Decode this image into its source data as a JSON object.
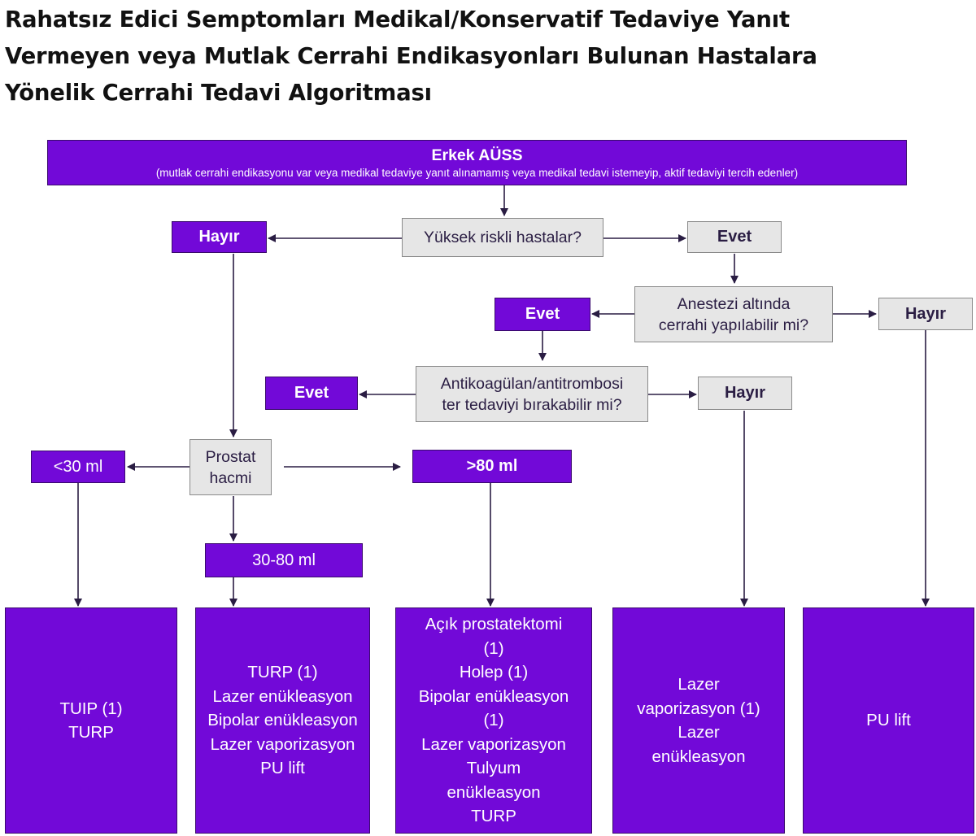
{
  "title_lines": [
    "Rahatsız Edici Semptomları Medikal/Konservatif Tedaviye Yanıt",
    "Vermeyen veya Mutlak Cerrahi Endikasyonları Bulunan Hastalara",
    "Yönelik Cerrahi Tedavi Algoritması"
  ],
  "colors": {
    "primary": "#7209d8",
    "question_bg": "#e6e6e6",
    "arrow": "#2a1d43"
  },
  "nodes": {
    "root": {
      "title": "Erkek AÜSS",
      "subtitle": "(mutlak cerrahi endikasyonu var veya medikal tedaviye yanıt alınamamış veya medikal tedavi istemeyip, aktif tedaviyi tercih edenler)"
    },
    "q_high_risk": "Yüksek riskli hastalar?",
    "no_high_risk": "Hayır",
    "yes_high_risk": "Evet",
    "q_anesthesia": [
      "Anestezi altında",
      "cerrahi yapılabilir mi?"
    ],
    "yes_anesthesia": "Evet",
    "no_anesthesia": "Hayır",
    "q_anticoag": [
      "Antikoagülan/antitrombosi",
      "ter tedaviyi bırakabilir mi?"
    ],
    "yes_anticoag": "Evet",
    "no_anticoag": "Hayır",
    "q_volume": [
      "Prostat",
      "hacmi"
    ],
    "vol_small": "<30 ml",
    "vol_large": ">80 ml",
    "vol_mid": "30-80 ml"
  },
  "results": {
    "small": [
      "TUIP (1)",
      "TURP"
    ],
    "mid": [
      "TURP (1)",
      "Lazer enükleasyon",
      "Bipolar enükleasyon",
      "Lazer vaporizasyon",
      "PU lift"
    ],
    "large": [
      "Açık prostatektomi",
      "(1)",
      "Holep (1)",
      "Bipolar enükleasyon",
      "(1)",
      "Lazer vaporizasyon",
      "Tulyum",
      "enükleasyon",
      "TURP"
    ],
    "no_stop": [
      "Lazer",
      "vaporizasyon (1)",
      "Lazer",
      "enükleasyon"
    ],
    "no_anesthesia": [
      "PU lift"
    ]
  }
}
